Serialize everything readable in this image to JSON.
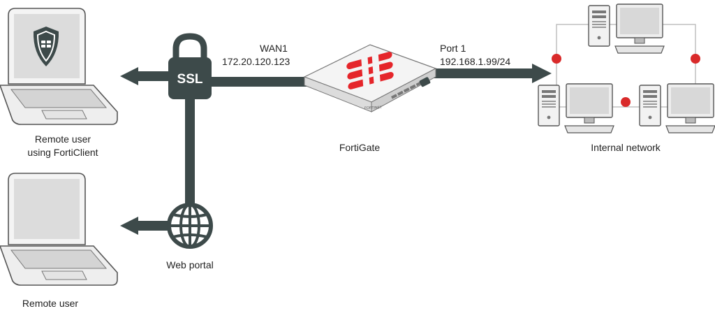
{
  "labels": {
    "remote_user_forticlient_line1": "Remote user",
    "remote_user_forticlient_line2": "using FortiClient",
    "ssl_badge": "SSL",
    "wan1_name": "WAN1",
    "wan1_ip": "172.20.120.123",
    "fortigate": "FortiGate",
    "port1_name": "Port 1",
    "port1_ip": "192.168.1.99/24",
    "internal_network": "Internal network",
    "web_portal": "Web portal",
    "remote_user_web": "Remote user"
  },
  "device_small_text": {
    "brand": "FORTINET"
  },
  "colors": {
    "line": "#3d4a4a",
    "fortinet_red": "#e5252a",
    "node_red": "#d92a2a",
    "device_light": "#eeeeee",
    "device_outline": "#555555"
  },
  "icons": {
    "laptop_1": "laptop-with-shield-icon",
    "laptop_2": "laptop-icon",
    "lock": "padlock-icon",
    "globe": "globe-icon",
    "fortigate": "firewall-appliance-icon",
    "computer": "desktop-computer-icon"
  }
}
